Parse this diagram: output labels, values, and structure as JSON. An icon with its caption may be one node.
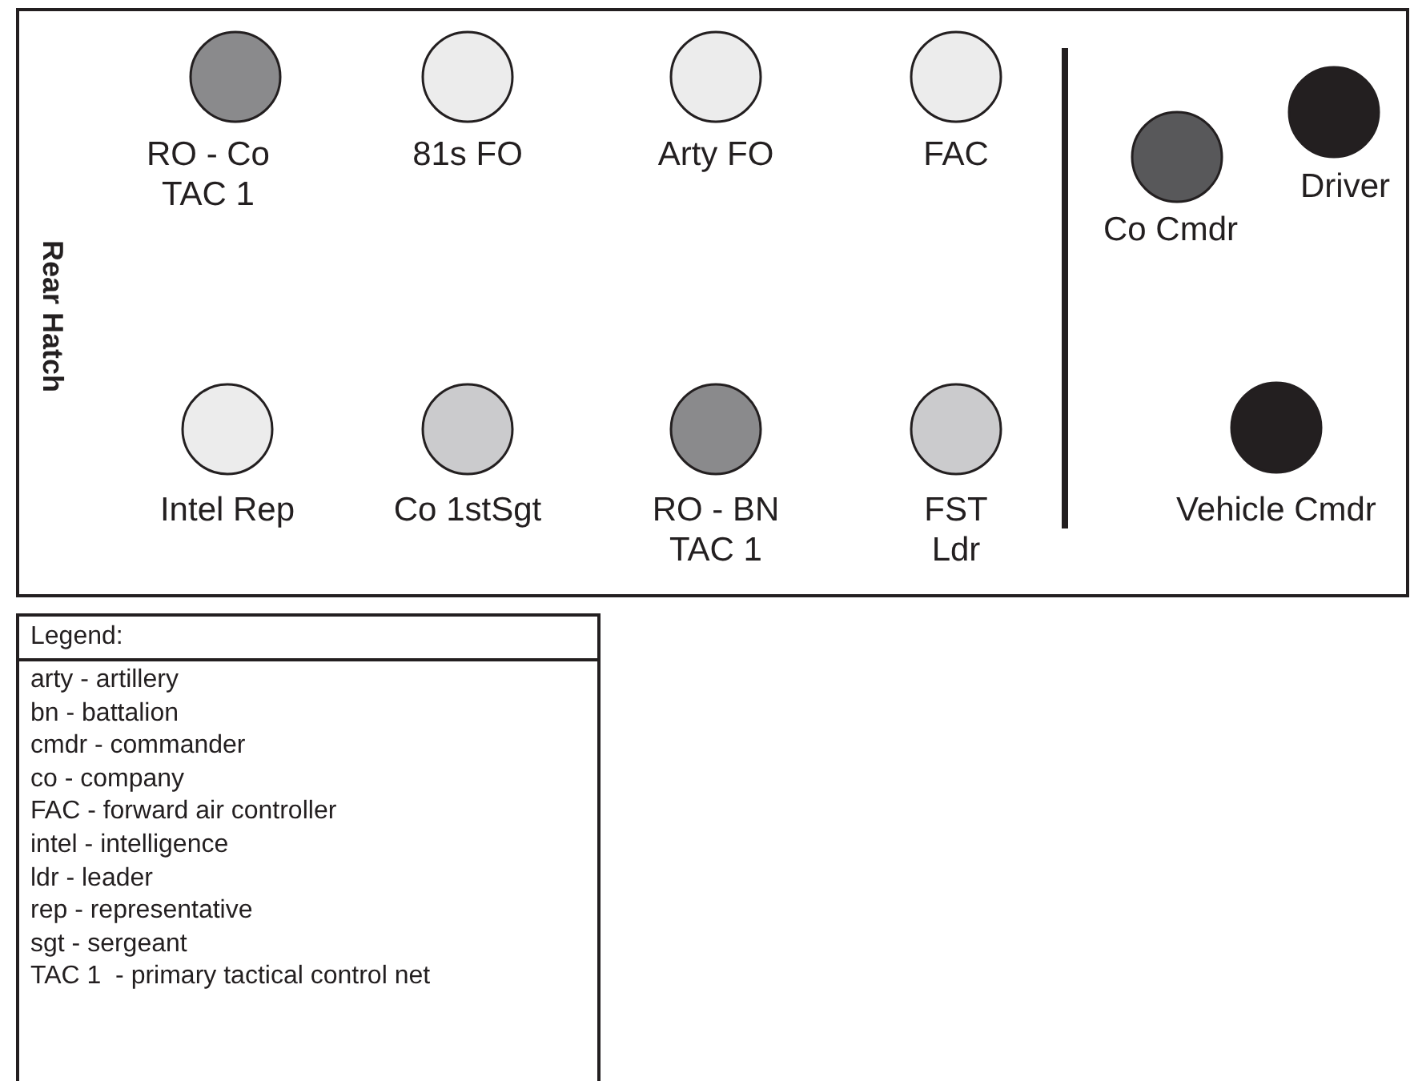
{
  "diagram": {
    "nodes": [
      {
        "text": [
          "RO - Co TAC 1"
        ]
      },
      {
        "text": [
          "81s FO"
        ]
      },
      {
        "text": [
          "Arty FO"
        ]
      },
      {
        "text": [
          "FAC"
        ]
      },
      {
        "text": [
          "Driver"
        ]
      },
      {
        "text": [
          "Co Cmdr"
        ]
      },
      {
        "text": [
          "Intel Rep"
        ]
      },
      {
        "text": [
          "Co 1stSgt"
        ]
      },
      {
        "text": [
          "RO - BN TAC 1"
        ]
      },
      {
        "text": [
          "FST Ldr"
        ]
      },
      {
        "text": [
          "Vehicle Cmdr"
        ]
      }
    ],
    "edges": [],
    "labels": [
      "Rear Hatch",
      "Legend:",
      "arty - artillery",
      "bn - battalion",
      "cmdr - commander",
      "co - company",
      "FAC - forward air controller",
      "intel - intelligence",
      "ldr - leader",
      "rep - representative",
      "sgt - sergeant",
      "TAC 1  - primary tactical control net"
    ]
  }
}
